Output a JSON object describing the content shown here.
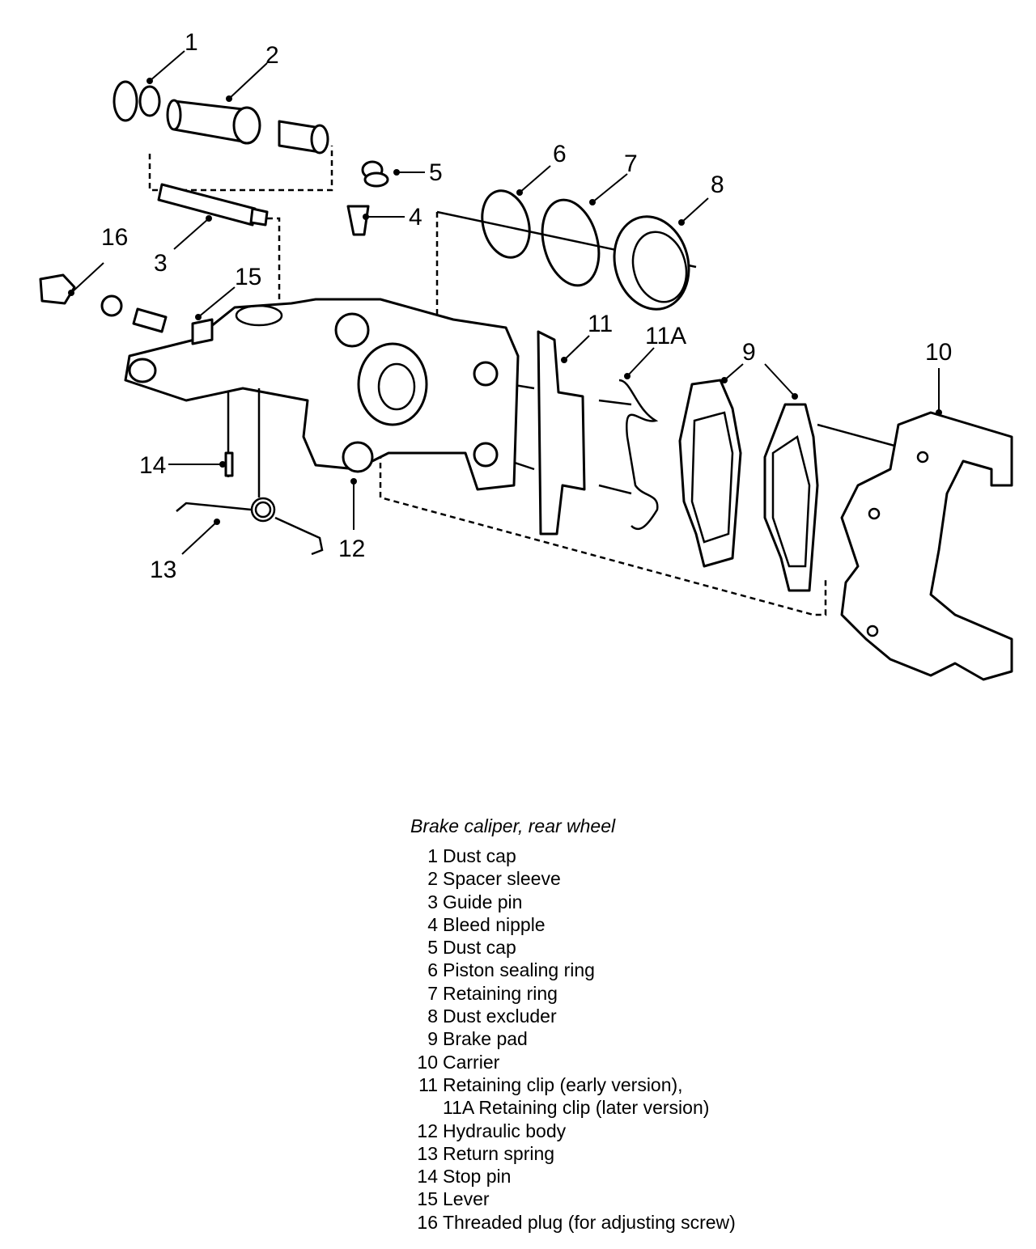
{
  "figure": {
    "caption": "Brake caliper, rear wheel",
    "callouts": [
      "1",
      "2",
      "3",
      "4",
      "5",
      "6",
      "7",
      "8",
      "9",
      "9",
      "10",
      "11",
      "11A",
      "12",
      "13",
      "14",
      "15",
      "16"
    ],
    "legend": [
      {
        "num": "1",
        "text": "Dust cap"
      },
      {
        "num": "2",
        "text": "Spacer sleeve"
      },
      {
        "num": "3",
        "text": "Guide pin"
      },
      {
        "num": "4",
        "text": "Bleed nipple"
      },
      {
        "num": "5",
        "text": "Dust cap"
      },
      {
        "num": "6",
        "text": "Piston sealing ring"
      },
      {
        "num": "7",
        "text": "Retaining ring"
      },
      {
        "num": "8",
        "text": "Dust excluder"
      },
      {
        "num": "9",
        "text": "Brake pad"
      },
      {
        "num": "10",
        "text": "Carrier"
      },
      {
        "num": "11",
        "text": "Retaining clip (early version),"
      },
      {
        "num": "",
        "text": "11A Retaining clip (later version)"
      },
      {
        "num": "12",
        "text": "Hydraulic body"
      },
      {
        "num": "13",
        "text": "Return spring"
      },
      {
        "num": "14",
        "text": "Stop pin"
      },
      {
        "num": "15",
        "text": "Lever"
      },
      {
        "num": "16",
        "text": "Threaded plug (for adjusting screw)"
      }
    ]
  }
}
